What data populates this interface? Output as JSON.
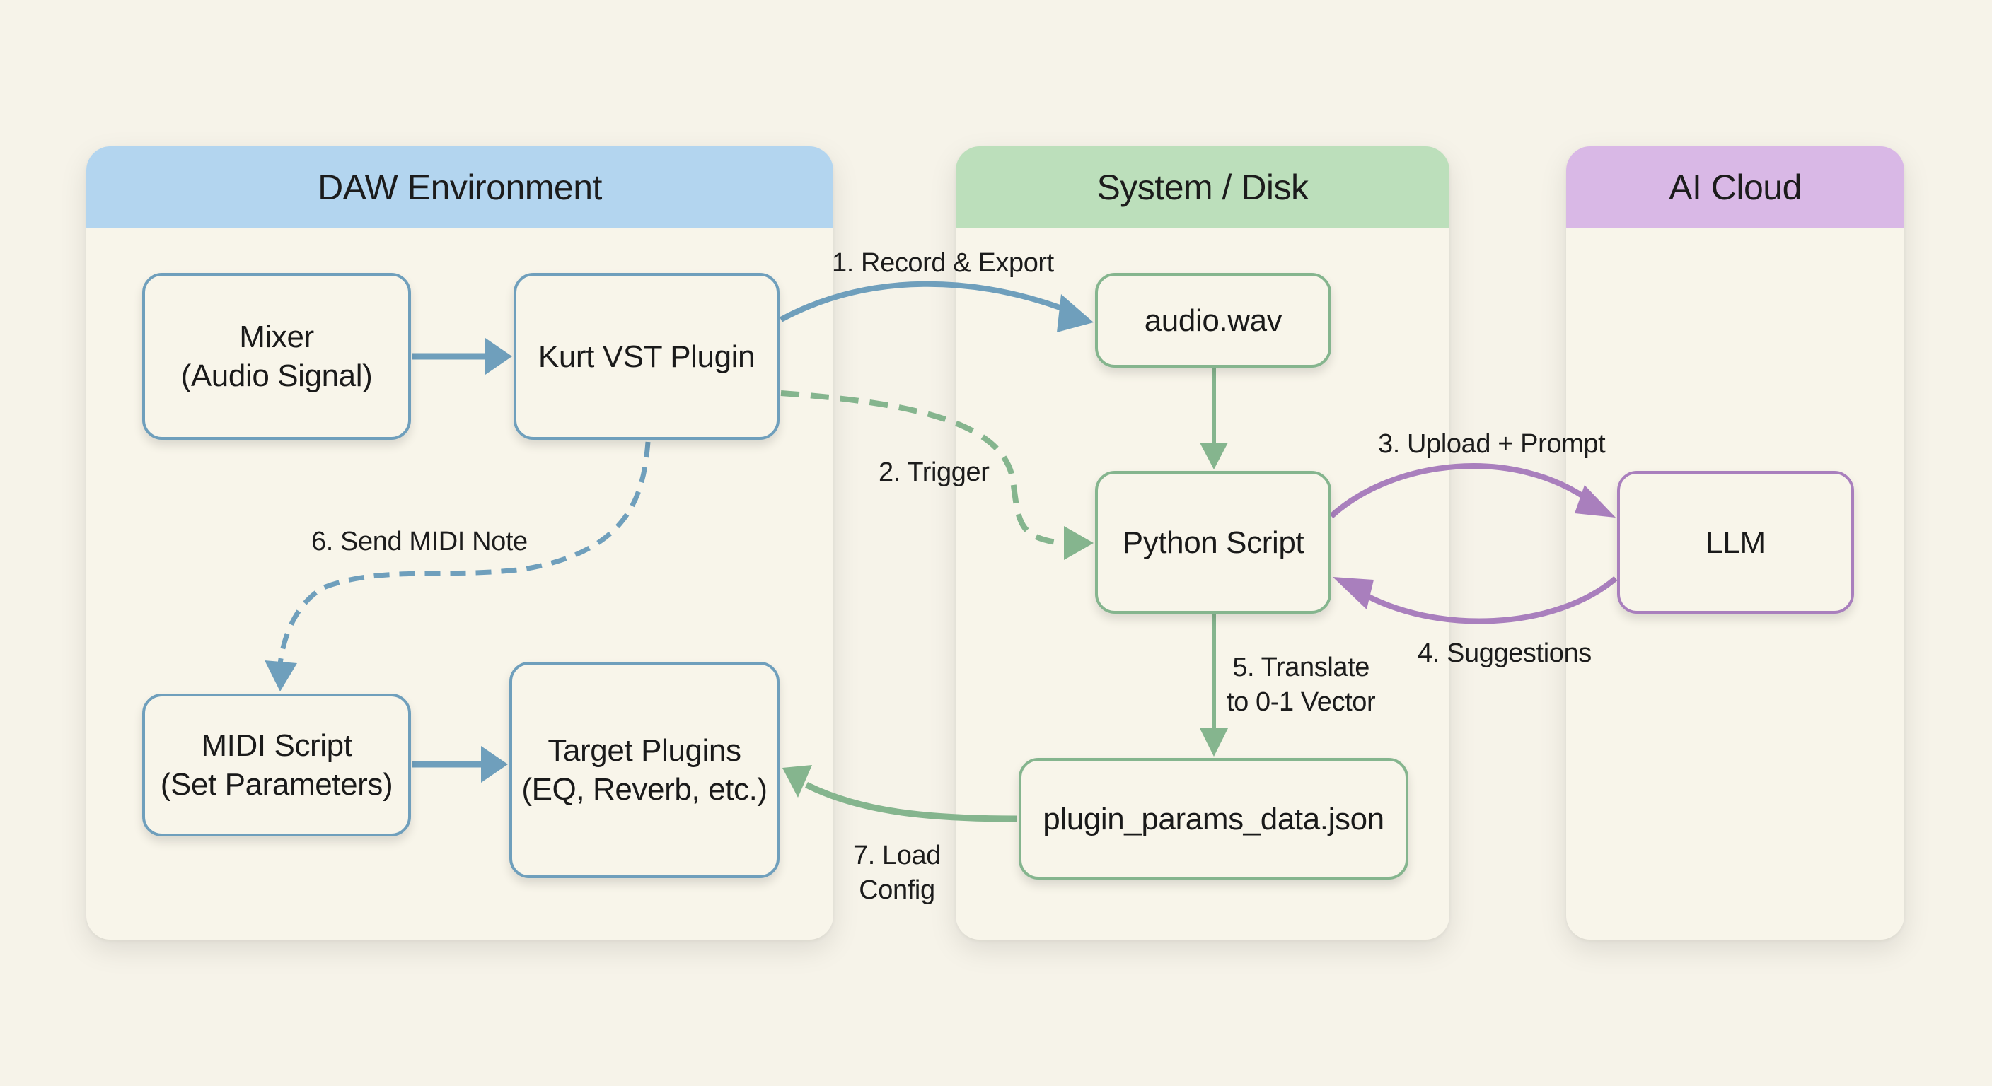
{
  "colors": {
    "background": "#f6f3e9",
    "panel_body": "#f8f5ea",
    "daw_header": "#b3d5ef",
    "system_header": "#bcdfbb",
    "ai_header": "#d9b8e6",
    "blue_edge": "#6f9fbc",
    "green_edge": "#85b58e",
    "purple_edge": "#a97fbd"
  },
  "panels": {
    "daw": {
      "title": "DAW Environment"
    },
    "system": {
      "title": "System / Disk"
    },
    "ai": {
      "title": "AI Cloud"
    }
  },
  "nodes": {
    "mixer": "Mixer\n(Audio Signal)",
    "kurt_vst": "Kurt VST Plugin",
    "midi_script": "MIDI Script\n(Set Parameters)",
    "target_plugins": "Target Plugins\n(EQ, Reverb, etc.)",
    "audio_wav": "audio.wav",
    "python_script": "Python Script",
    "params_json": "plugin_params_data.json",
    "llm": "LLM"
  },
  "edges": [
    {
      "id": "mixer-to-kurt",
      "from": "mixer",
      "to": "kurt_vst",
      "style": "solid",
      "color": "blue",
      "label": ""
    },
    {
      "id": "record-export",
      "from": "kurt_vst",
      "to": "audio_wav",
      "style": "solid",
      "color": "blue",
      "label": "1. Record & Export"
    },
    {
      "id": "trigger",
      "from": "kurt_vst",
      "to": "python_script",
      "style": "dashed",
      "color": "green",
      "label": "2. Trigger"
    },
    {
      "id": "audio-to-python",
      "from": "audio_wav",
      "to": "python_script",
      "style": "solid",
      "color": "green",
      "label": ""
    },
    {
      "id": "upload-prompt",
      "from": "python_script",
      "to": "llm",
      "style": "solid",
      "color": "purple",
      "label": "3. Upload + Prompt"
    },
    {
      "id": "suggestions",
      "from": "llm",
      "to": "python_script",
      "style": "solid",
      "color": "purple",
      "label": "4. Suggestions"
    },
    {
      "id": "translate",
      "from": "python_script",
      "to": "params_json",
      "style": "solid",
      "color": "green",
      "label": "5. Translate\nto 0-1 Vector"
    },
    {
      "id": "send-midi",
      "from": "kurt_vst",
      "to": "midi_script",
      "style": "dashed",
      "color": "blue",
      "label": "6. Send MIDI Note"
    },
    {
      "id": "midi-to-target",
      "from": "midi_script",
      "to": "target_plugins",
      "style": "solid",
      "color": "blue",
      "label": ""
    },
    {
      "id": "load-config",
      "from": "params_json",
      "to": "target_plugins",
      "style": "solid",
      "color": "green",
      "label": "7. Load\nConfig"
    }
  ]
}
